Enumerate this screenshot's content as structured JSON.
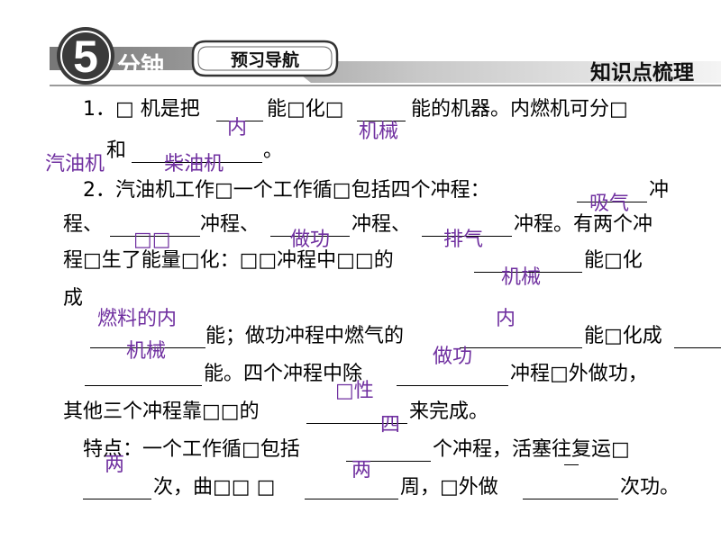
{
  "header": {
    "number": "5",
    "prefix": "分钟",
    "badge": "预习导航",
    "right_title": "知识点梳理"
  },
  "lines": [
    [
      "1．□ 机是把",
      "能□化□",
      "能的机器。内燃机可分□"
    ],
    [
      "和",
      "。"
    ],
    [
      "2．汽油机工作□一个工作循□包括四个冲程：",
      "冲"
    ],
    [
      "程、",
      "冲程、",
      "冲程、",
      "冲程。有两个冲"
    ],
    [
      "程□生了能量□化：□□冲程中□□的",
      "能□化"
    ],
    [
      "成"
    ],
    [
      "能；做功冲程中燃气的",
      "能□化成"
    ],
    [
      "能。四个冲程中除",
      "冲程□外做功，"
    ],
    [
      "其他三个冲程靠□□的",
      "来完成。"
    ],
    [
      "特点：一个工作循□包括",
      "个冲程，活塞往复运□"
    ],
    [
      "次，曲□□ □",
      "周，□外做",
      "次功。"
    ]
  ],
  "answers": [
    "内",
    "机械",
    "汽油机",
    "柴油机",
    "吸气",
    "□□",
    "做功",
    "排气",
    "机械",
    "燃料的内",
    "内",
    "机械",
    "做功",
    "□性",
    "四",
    "两",
    "两"
  ]
}
